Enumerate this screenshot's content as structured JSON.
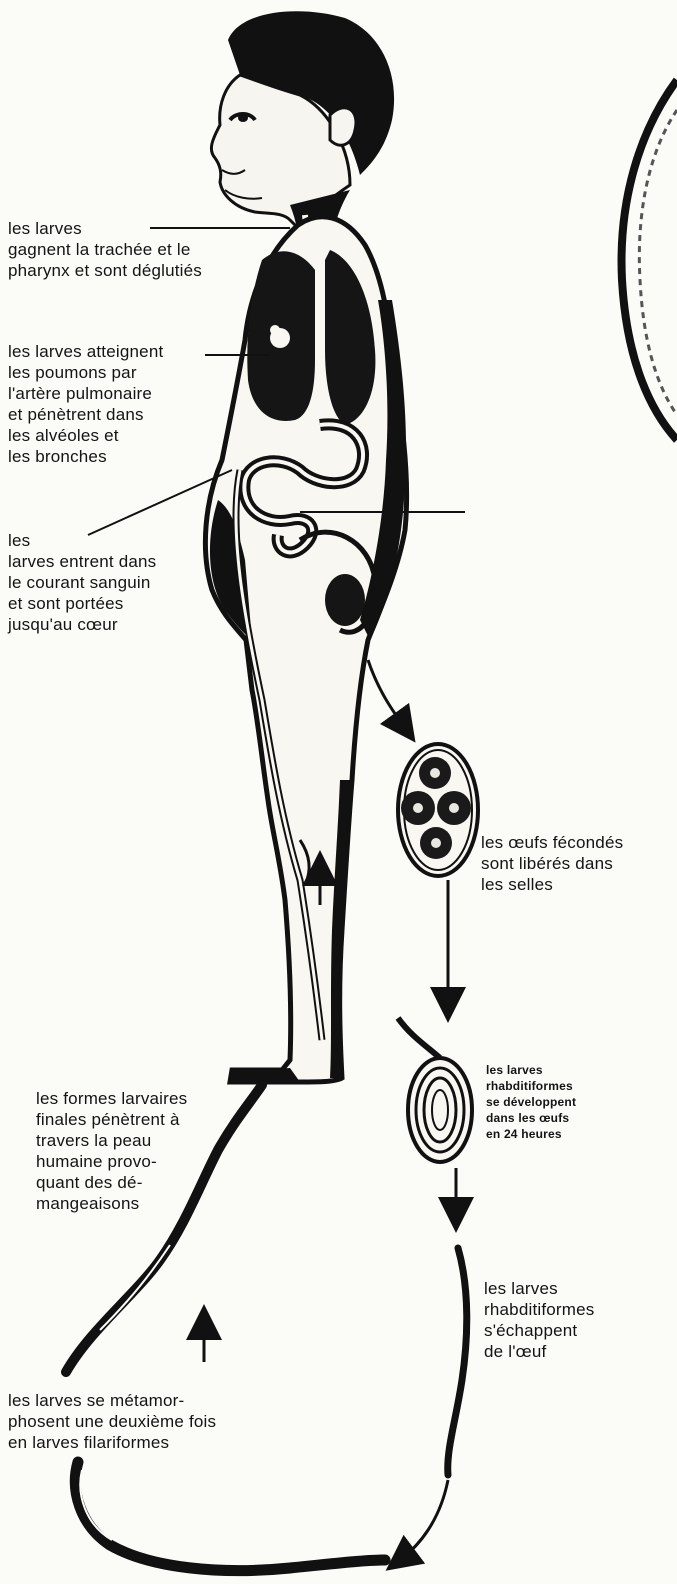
{
  "labels": {
    "trachea": "les larves\ngagnent la trachée et le\npharynx et sont déglutiés",
    "lungs": "les larves atteignent\nles poumons par\nl'artère pulmonaire\net pénètrent dans\nles alvéoles et\nles bronches",
    "blood": "les\nlarves entrent dans\nle courant sanguin\net sont portées\njusqu'au cœur",
    "eggs_released": "les œufs fécondés\nsont libérés dans\nles selles",
    "rhabditiform_develop": "les larves\nrhabditiformes\nse développent\ndans les œufs\nen 24 heures",
    "rhabditiform_escape": "les larves\nrhabditiformes\ns'échappent\nde l'œuf",
    "penetrate_skin": "les formes larvaires\nfinales pénètrent à\ntravers la peau\nhumaine provo-\nquant des dé-\nmangeaisons",
    "metamorphose": "les larves se métamor-\nphosent une deuxième fois\nen larves filariformes"
  },
  "colors": {
    "ink": "#111111",
    "paper": "#fbfbf8"
  },
  "icons": {
    "human_figure": "child-silhouette",
    "egg_cell": "fertilized-egg-icon",
    "larva_in_egg": "coiled-larva-icon",
    "worm": "larva-worm-icon",
    "arrow": "arrow-icon"
  }
}
